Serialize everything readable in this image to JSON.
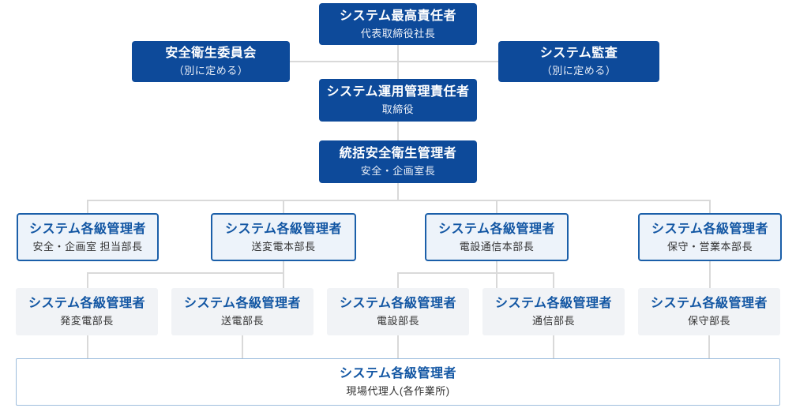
{
  "diagram": {
    "type": "org-chart",
    "palette": {
      "dark_box_bg": "#0d4a9a",
      "dark_box_text": "#ffffff",
      "outline_box_bg": "#edf3fa",
      "outline_box_border": "#1b5fa9",
      "title_blue": "#1256a3",
      "subtitle_dark": "#333333",
      "gray_box_bg": "#f1f3f6",
      "bottom_box_border": "#9dbddd",
      "connector_gray": "#d9d9d9"
    },
    "nodes": {
      "top": {
        "title": "システム最高責任者",
        "subtitle": "代表取締役社長"
      },
      "committee": {
        "title": "安全衛生委員会",
        "subtitle": "（別に定める）"
      },
      "audit": {
        "title": "システム監査",
        "subtitle": "（別に定める）"
      },
      "operation": {
        "title": "システム運用管理責任者",
        "subtitle": "取締役"
      },
      "supervisor": {
        "title": "統括安全衛生管理者",
        "subtitle": "安全・企画室長"
      },
      "tier4": [
        {
          "title": "システム各級管理者",
          "subtitle": "安全・企画室 担当部長"
        },
        {
          "title": "システム各級管理者",
          "subtitle": "送変電本部長"
        },
        {
          "title": "システム各級管理者",
          "subtitle": "電設通信本部長"
        },
        {
          "title": "システム各級管理者",
          "subtitle": "保守・営業本部長"
        }
      ],
      "tier5": [
        {
          "title": "システム各級管理者",
          "subtitle": "発変電部長"
        },
        {
          "title": "システム各級管理者",
          "subtitle": "送電部長"
        },
        {
          "title": "システム各級管理者",
          "subtitle": "電設部長"
        },
        {
          "title": "システム各級管理者",
          "subtitle": "通信部長"
        },
        {
          "title": "システム各級管理者",
          "subtitle": "保守部長"
        }
      ],
      "bottom": {
        "title": "システム各級管理者",
        "subtitle": "現場代理人(各作業所)"
      }
    }
  }
}
